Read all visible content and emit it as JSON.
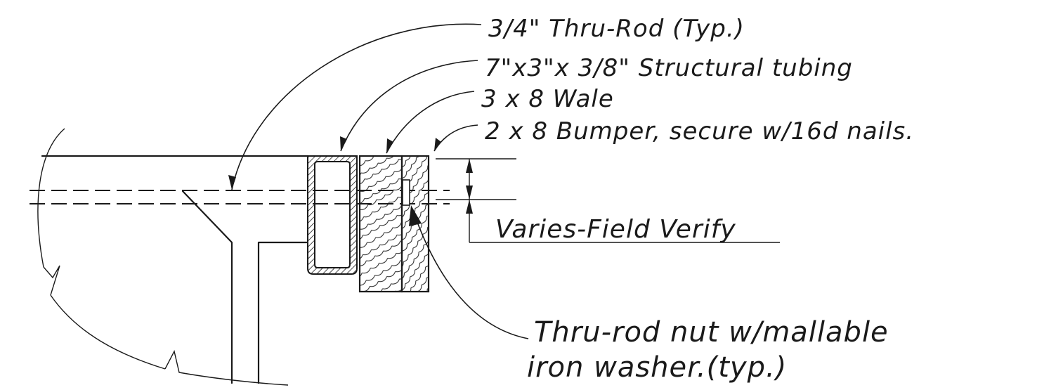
{
  "labels": {
    "thru_rod": "3/4\" Thru-Rod (Typ.)",
    "tubing": "7\"x3\"x 3/8\" Structural tubing",
    "wale": "3 x 8  Wale",
    "bumper": "2 x 8  Bumper, secure w/16d nails.",
    "varies": "Varies-Field Verify",
    "nut_line1": "Thru-rod nut w/mallable",
    "nut_line2": "iron washer.(typ.)"
  },
  "colors": {
    "ink": "#1a1a1a",
    "paper": "#ffffff"
  }
}
